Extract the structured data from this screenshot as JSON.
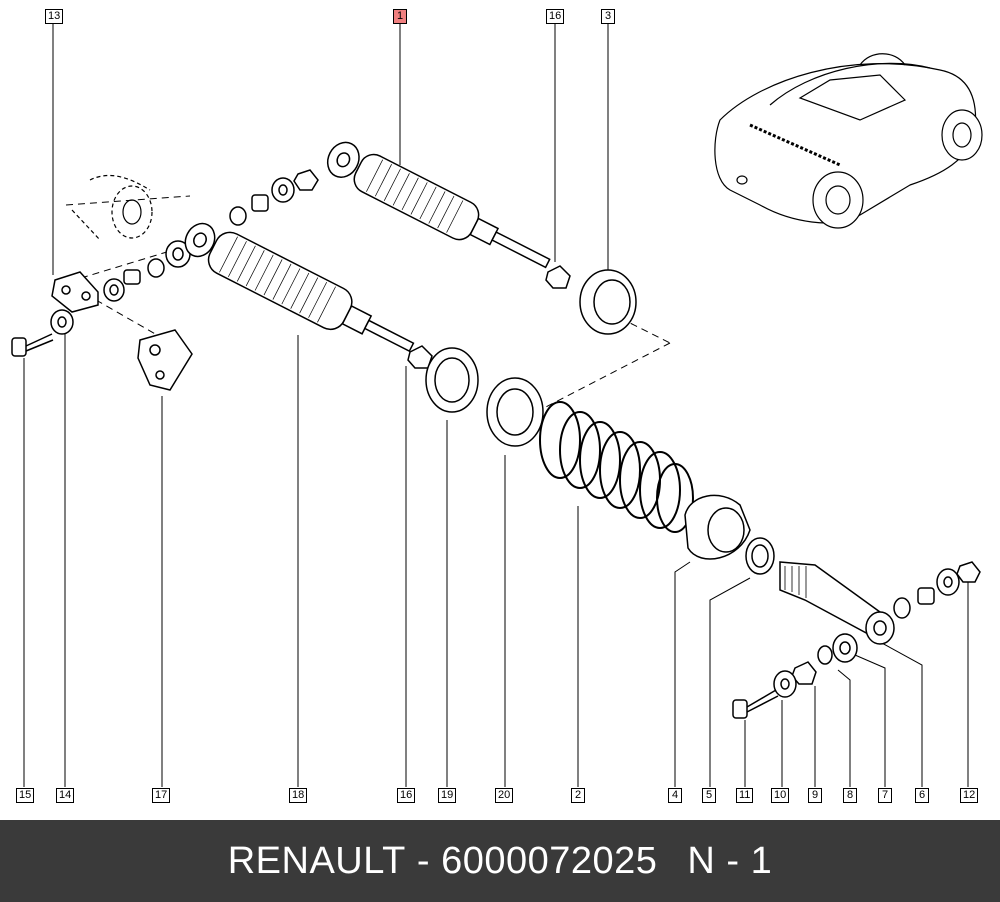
{
  "callouts": [
    {
      "id": "c13",
      "label": "13",
      "highlight": false
    },
    {
      "id": "c1",
      "label": "1",
      "highlight": true
    },
    {
      "id": "c16a",
      "label": "16",
      "highlight": false
    },
    {
      "id": "c3",
      "label": "3",
      "highlight": false
    },
    {
      "id": "c15",
      "label": "15",
      "highlight": false
    },
    {
      "id": "c14",
      "label": "14",
      "highlight": false
    },
    {
      "id": "c17",
      "label": "17",
      "highlight": false
    },
    {
      "id": "c18",
      "label": "18",
      "highlight": false
    },
    {
      "id": "c16b",
      "label": "16",
      "highlight": false
    },
    {
      "id": "c19",
      "label": "19",
      "highlight": false
    },
    {
      "id": "c20",
      "label": "20",
      "highlight": false
    },
    {
      "id": "c2",
      "label": "2",
      "highlight": false
    },
    {
      "id": "c4",
      "label": "4",
      "highlight": false
    },
    {
      "id": "c5",
      "label": "5",
      "highlight": false
    },
    {
      "id": "c11",
      "label": "11",
      "highlight": false
    },
    {
      "id": "c10",
      "label": "10",
      "highlight": false
    },
    {
      "id": "c9",
      "label": "9",
      "highlight": false
    },
    {
      "id": "c8",
      "label": "8",
      "highlight": false
    },
    {
      "id": "c7",
      "label": "7",
      "highlight": false
    },
    {
      "id": "c6",
      "label": "6",
      "highlight": false
    },
    {
      "id": "c12",
      "label": "12",
      "highlight": false
    }
  ],
  "footer": {
    "brand": "RENAULT",
    "separator": " - ",
    "part_number": "6000072025",
    "page": "N - 1"
  },
  "colors": {
    "footer_bg": "#3a3a3a",
    "highlight": "#f08080",
    "line": "#000000"
  }
}
